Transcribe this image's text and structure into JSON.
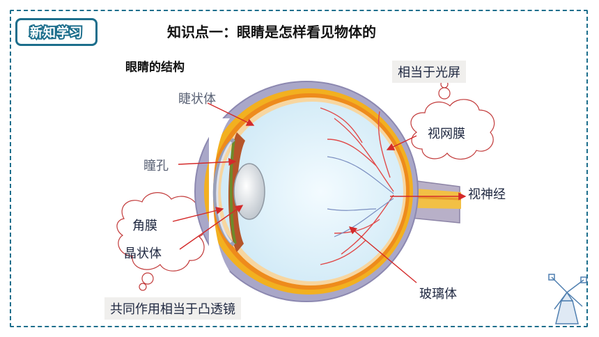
{
  "badge": {
    "text": "新知学习"
  },
  "title": "知识点一：眼睛是怎样看见物体的",
  "subtitle": "眼睛的结构",
  "labels": {
    "ciliary": "睫状体",
    "pupil": "瞳孔",
    "cornea": "角膜",
    "lens": "晶状体",
    "retina": "视网膜",
    "optic_nerve": "视神经",
    "vitreous": "玻璃体"
  },
  "notes": {
    "retina_equiv": "相当于光屏",
    "lens_equiv": "共同作用相当于凸透镜"
  },
  "colors": {
    "frame": "#1c6e8c",
    "arrow": "#d42a2a"
  }
}
